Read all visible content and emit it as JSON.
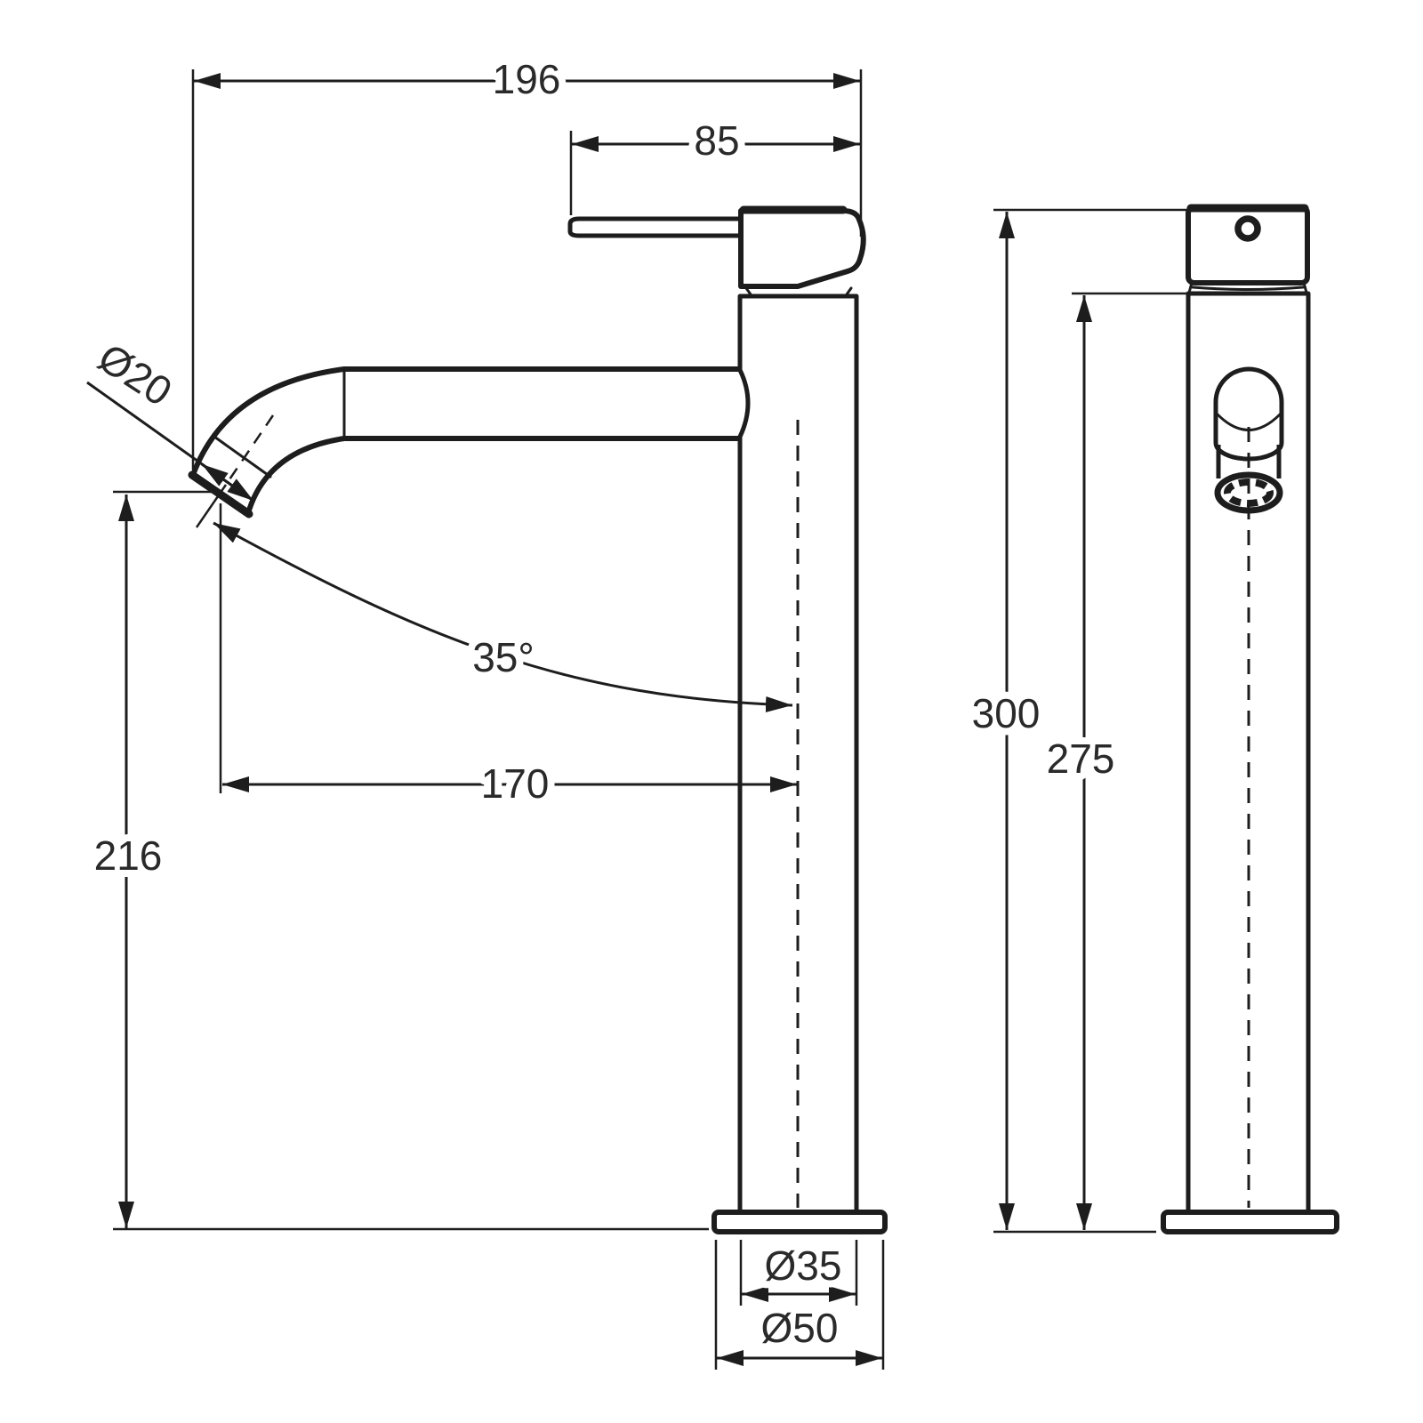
{
  "drawing": {
    "background_color": "#ffffff",
    "line_color": "#1d1d1d",
    "text_color": "#2a2a2a",
    "dimensions": {
      "total_width": "196",
      "handle_length": "85",
      "spout_tip_diameter": "Ø20",
      "spout_angle": "35°",
      "spout_reach": "170",
      "outlet_height": "216",
      "body_diameter": "Ø35",
      "base_diameter": "Ø50",
      "total_height": "300",
      "upper_body_height": "275"
    }
  }
}
